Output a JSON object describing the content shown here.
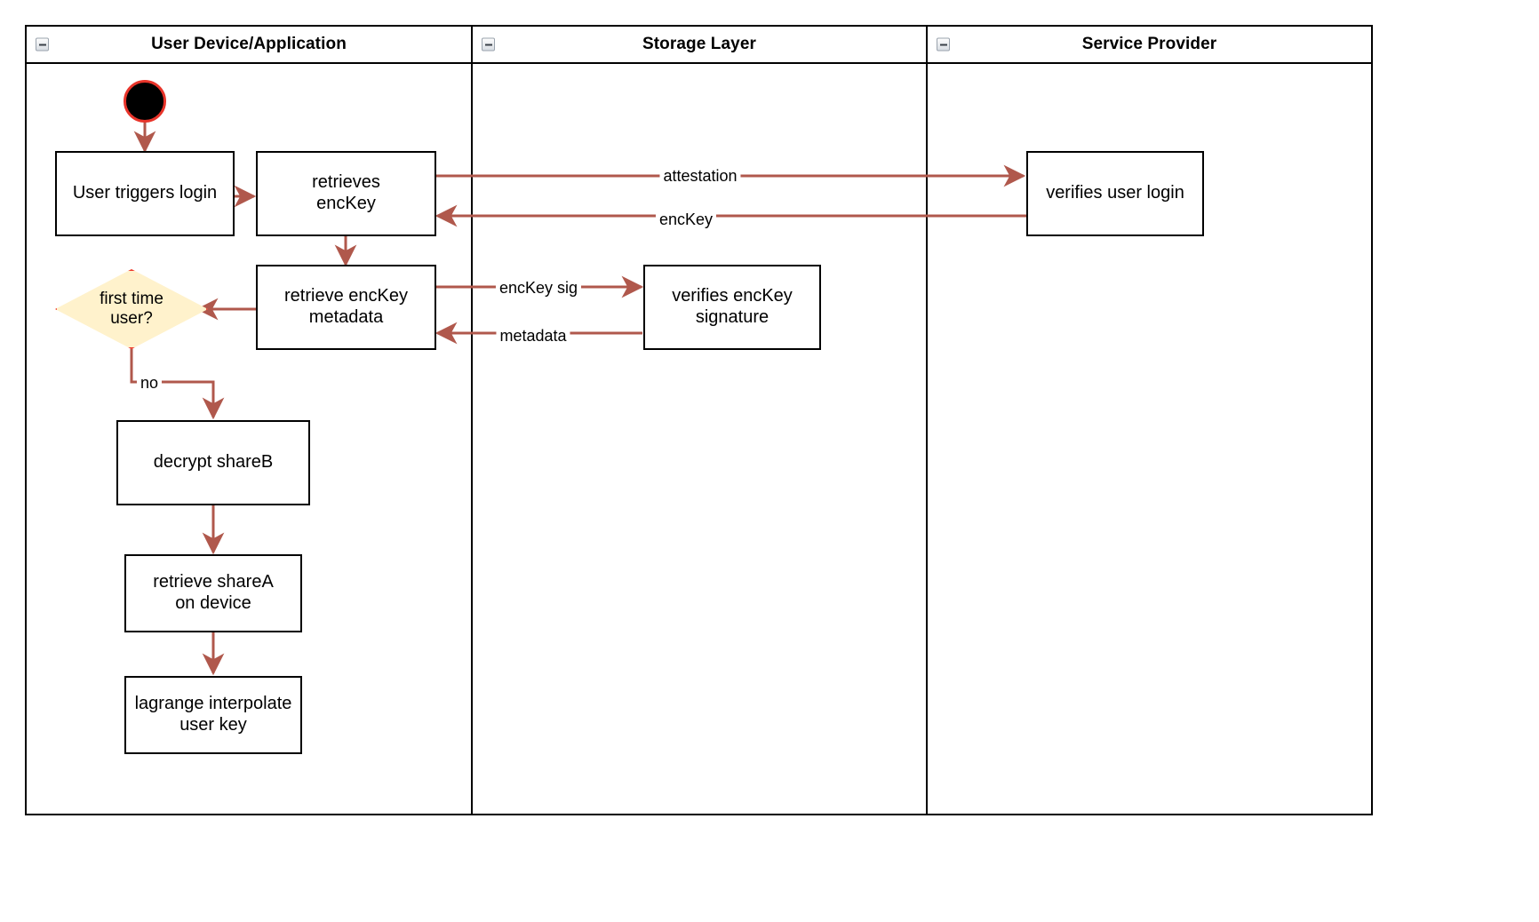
{
  "diagram": {
    "type": "swimlane-activity-diagram",
    "lanes": [
      {
        "id": "user-device",
        "title": "User Device/Application",
        "collapse_icon": "collapse-minus-icon"
      },
      {
        "id": "storage-layer",
        "title": "Storage Layer",
        "collapse_icon": "collapse-minus-icon"
      },
      {
        "id": "service-provider",
        "title": "Service Provider",
        "collapse_icon": "collapse-minus-icon"
      }
    ],
    "nodes": [
      {
        "id": "start",
        "lane": "user-device",
        "shape": "start-circle",
        "label": ""
      },
      {
        "id": "user-triggers-login",
        "lane": "user-device",
        "shape": "activity",
        "label": "User triggers login"
      },
      {
        "id": "retrieves-enckey",
        "lane": "user-device",
        "shape": "activity",
        "label": "retrieves\nencKey"
      },
      {
        "id": "retrieve-enckey-metadata",
        "lane": "user-device",
        "shape": "activity",
        "label": "retrieve encKey\nmetadata"
      },
      {
        "id": "first-time-user",
        "lane": "user-device",
        "shape": "decision",
        "label": "first time\nuser?"
      },
      {
        "id": "decrypt-shareb",
        "lane": "user-device",
        "shape": "activity",
        "label": "decrypt shareB"
      },
      {
        "id": "retrieve-sharea-on-device",
        "lane": "user-device",
        "shape": "activity",
        "label": "retrieve shareA\non device"
      },
      {
        "id": "lagrange-interpolate-user-key",
        "lane": "user-device",
        "shape": "activity",
        "label": "lagrange interpolate\nuser key"
      },
      {
        "id": "verifies-enckey-signature",
        "lane": "storage-layer",
        "shape": "activity",
        "label": "verifies encKey\nsignature"
      },
      {
        "id": "verifies-user-login",
        "lane": "service-provider",
        "shape": "activity",
        "label": "verifies user login"
      }
    ],
    "edges": [
      {
        "from": "start",
        "to": "user-triggers-login",
        "label": ""
      },
      {
        "from": "user-triggers-login",
        "to": "retrieves-enckey",
        "label": ""
      },
      {
        "from": "retrieves-enckey",
        "to": "verifies-user-login",
        "label": "attestation"
      },
      {
        "from": "verifies-user-login",
        "to": "retrieves-enckey",
        "label": "encKey"
      },
      {
        "from": "retrieves-enckey",
        "to": "retrieve-enckey-metadata",
        "label": ""
      },
      {
        "from": "retrieve-enckey-metadata",
        "to": "verifies-enckey-signature",
        "label": "encKey sig"
      },
      {
        "from": "verifies-enckey-signature",
        "to": "retrieve-enckey-metadata",
        "label": "metadata"
      },
      {
        "from": "retrieve-enckey-metadata",
        "to": "first-time-user",
        "label": ""
      },
      {
        "from": "first-time-user",
        "to": "decrypt-shareb",
        "label": "no"
      },
      {
        "from": "decrypt-shareb",
        "to": "retrieve-sharea-on-device",
        "label": ""
      },
      {
        "from": "retrieve-sharea-on-device",
        "to": "lagrange-interpolate-user-key",
        "label": ""
      }
    ],
    "colors": {
      "edge": "#b0584c",
      "decision_fill": "#fff2cc",
      "decision_border": "#ef3b2c",
      "start_fill": "#000000",
      "start_border": "#e8342a",
      "node_border": "#000000",
      "background": "#ffffff"
    }
  }
}
